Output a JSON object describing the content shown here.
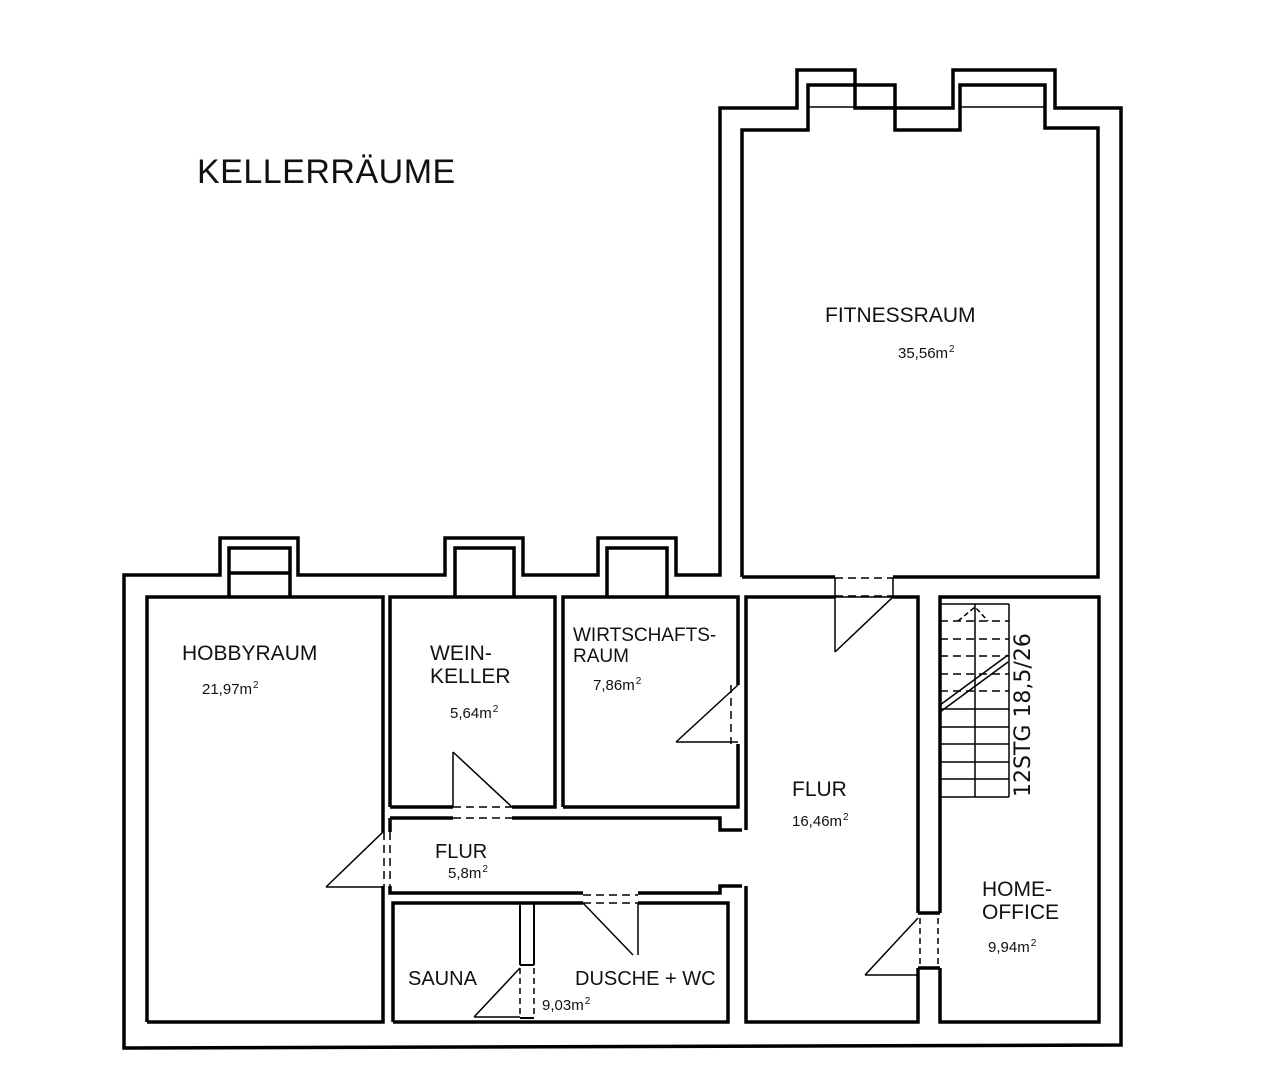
{
  "title": "KELLERRÄUME",
  "rooms": [
    {
      "name": "FITNESSRAUM",
      "area": "35,56m",
      "exp": "2"
    },
    {
      "name": "HOBBYRAUM",
      "area": "21,97m",
      "exp": "2"
    },
    {
      "name_line1": "WEIN-",
      "name_line2": "KELLER",
      "area": "5,64m",
      "exp": "2"
    },
    {
      "name_line1": "WIRTSCHAFTS-",
      "name_line2": "RAUM",
      "area": "7,86m",
      "exp": "2"
    },
    {
      "name": "FLUR",
      "area": "16,46m",
      "exp": "2"
    },
    {
      "name": "FLUR",
      "area": "5,8m",
      "exp": "2"
    },
    {
      "name": "SAUNA"
    },
    {
      "name": "DUSCHE + WC",
      "area": "9,03m",
      "exp": "2"
    },
    {
      "name_line1": "HOME-",
      "name_line2": "OFFICE",
      "area": "9,94m",
      "exp": "2"
    }
  ],
  "stair_annotation": "12STG 18,5/26"
}
